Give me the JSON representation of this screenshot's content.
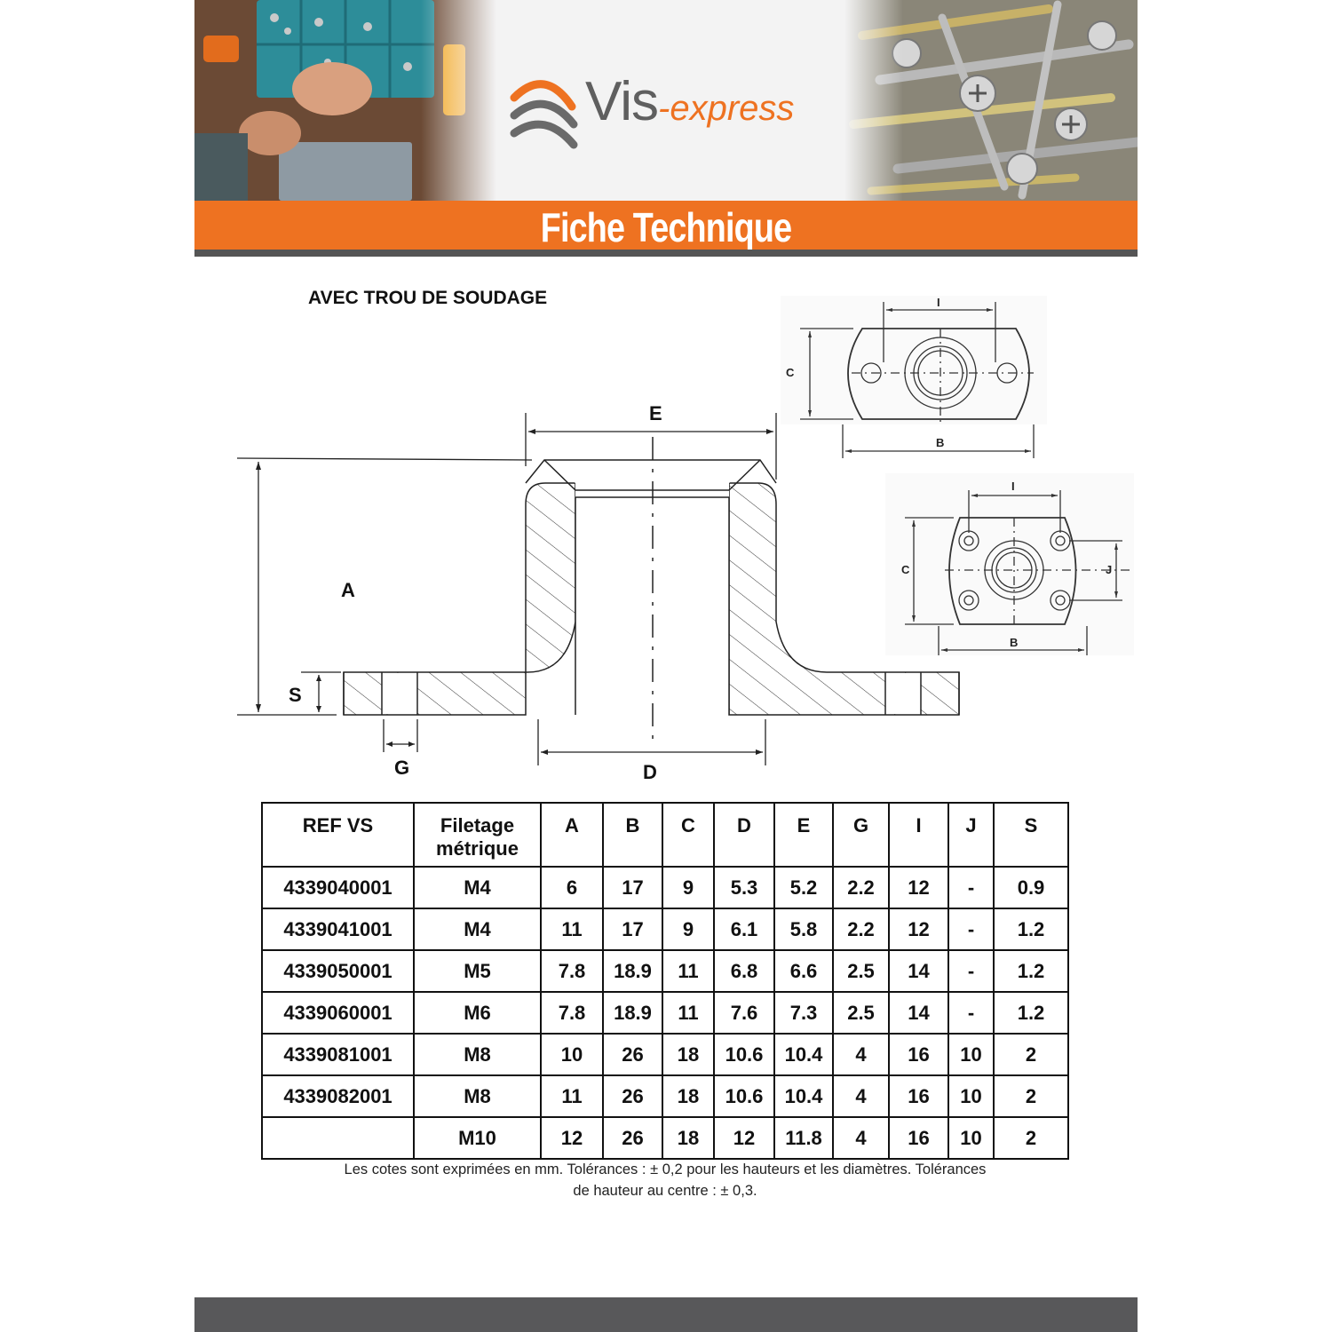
{
  "brand": {
    "name_main": "Vis",
    "name_sub": "-express",
    "orange": "#ee7221",
    "grey": "#5f5f5f"
  },
  "header": {
    "title": "Fiche Technique"
  },
  "section": {
    "subtitle": "AVEC TROU DE SOUDAGE"
  },
  "drawing_labels": {
    "A": "A",
    "B": "B",
    "C": "C",
    "D": "D",
    "E": "E",
    "G": "G",
    "I": "I",
    "J": "J",
    "S": "S"
  },
  "table": {
    "headers": [
      "REF VS",
      "Filetage\nmétrique",
      "A",
      "B",
      "C",
      "D",
      "E",
      "G",
      "I",
      "J",
      "S"
    ],
    "rows": [
      [
        "4339040001",
        "M4",
        "6",
        "17",
        "9",
        "5.3",
        "5.2",
        "2.2",
        "12",
        "-",
        "0.9"
      ],
      [
        "4339041001",
        "M4",
        "11",
        "17",
        "9",
        "6.1",
        "5.8",
        "2.2",
        "12",
        "-",
        "1.2"
      ],
      [
        "4339050001",
        "M5",
        "7.8",
        "18.9",
        "11",
        "6.8",
        "6.6",
        "2.5",
        "14",
        "-",
        "1.2"
      ],
      [
        "4339060001",
        "M6",
        "7.8",
        "18.9",
        "11",
        "7.6",
        "7.3",
        "2.5",
        "14",
        "-",
        "1.2"
      ],
      [
        "4339081001",
        "M8",
        "10",
        "26",
        "18",
        "10.6",
        "10.4",
        "4",
        "16",
        "10",
        "2"
      ],
      [
        "4339082001",
        "M8",
        "11",
        "26",
        "18",
        "10.6",
        "10.4",
        "4",
        "16",
        "10",
        "2"
      ],
      [
        "",
        "M10",
        "12",
        "26",
        "18",
        "12",
        "11.8",
        "4",
        "16",
        "10",
        "2"
      ]
    ]
  },
  "note": {
    "line1": "Les cotes sont exprimées en mm. Tolérances : ± 0,2 pour les hauteurs et les diamètres. Tolérances",
    "line2": "de hauteur au centre : ± 0,3."
  }
}
